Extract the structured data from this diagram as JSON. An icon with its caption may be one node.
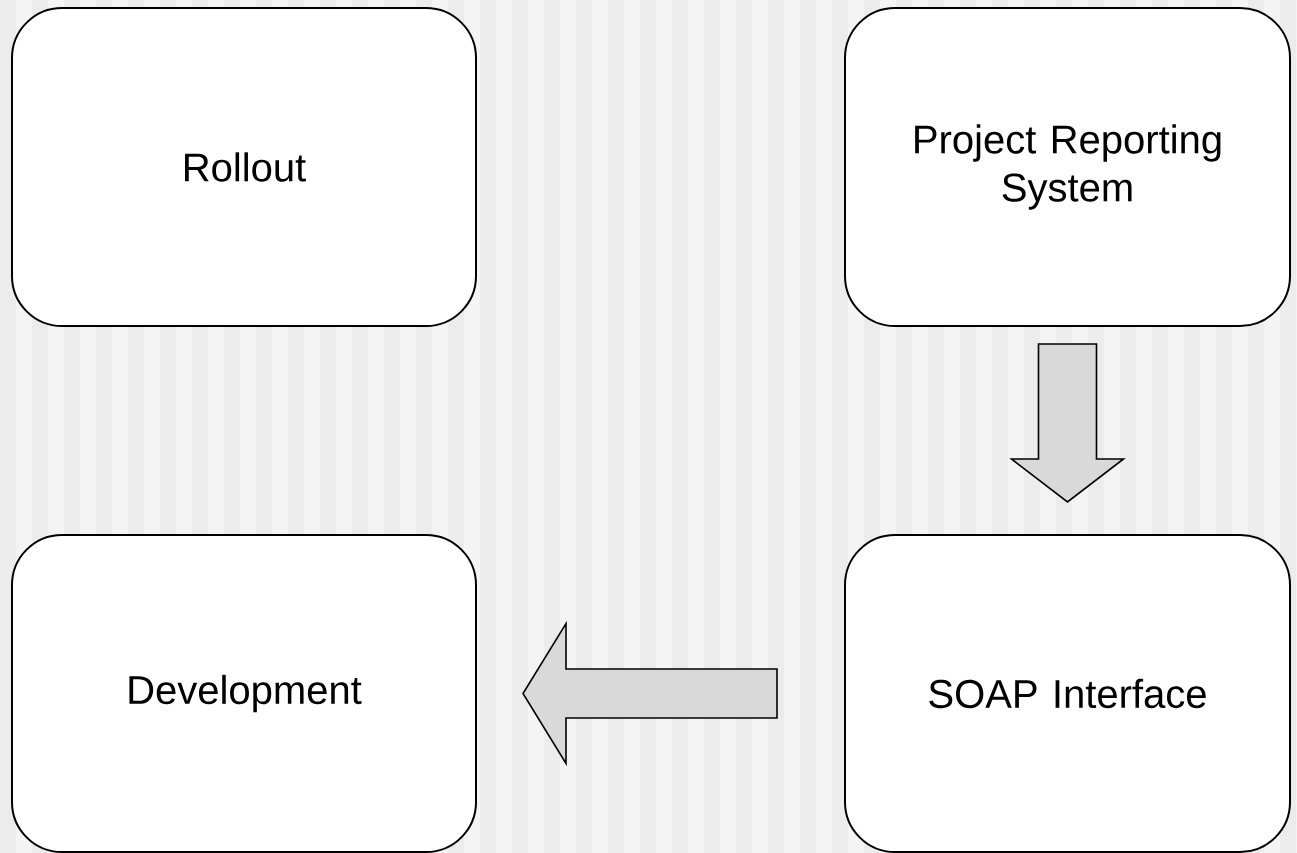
{
  "diagram": {
    "nodes": [
      {
        "text": [
          "Rollout"
        ]
      },
      {
        "text": [
          "Project Reporting System"
        ]
      },
      {
        "text": [
          "Development"
        ]
      },
      {
        "text": [
          "SOAP Interface"
        ]
      }
    ],
    "edges": [
      {
        "from": 1,
        "to": 3,
        "arrow": "to"
      },
      {
        "from": 3,
        "to": 2,
        "arrow": "to"
      }
    ]
  }
}
